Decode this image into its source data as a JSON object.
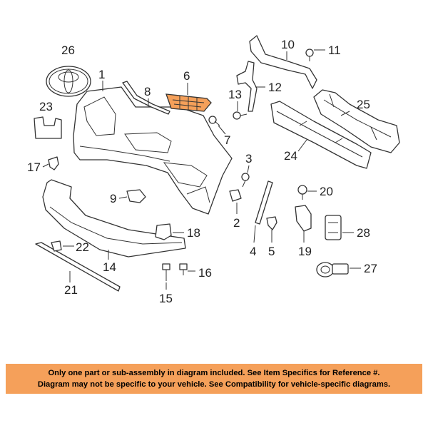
{
  "callouts": {
    "c1": "1",
    "c2": "2",
    "c3": "3",
    "c4": "4",
    "c5": "5",
    "c6": "6",
    "c7": "7",
    "c8": "8",
    "c9": "9",
    "c10": "10",
    "c11": "11",
    "c12": "12",
    "c13": "13",
    "c14": "14",
    "c15": "15",
    "c16": "16",
    "c17": "17",
    "c18": "18",
    "c19": "19",
    "c20": "20",
    "c21": "21",
    "c22": "22",
    "c23": "23",
    "c24": "24",
    "c25": "25",
    "c26": "26",
    "c27": "27",
    "c28": "28"
  },
  "highlight_color": "#f5a05a",
  "footer": {
    "line1": "Only one part or sub-assembly in diagram included. See Item Specifics for Reference #.",
    "line2": "Diagram may not be specific to your vehicle. See Compatibility for vehicle-specific diagrams."
  }
}
